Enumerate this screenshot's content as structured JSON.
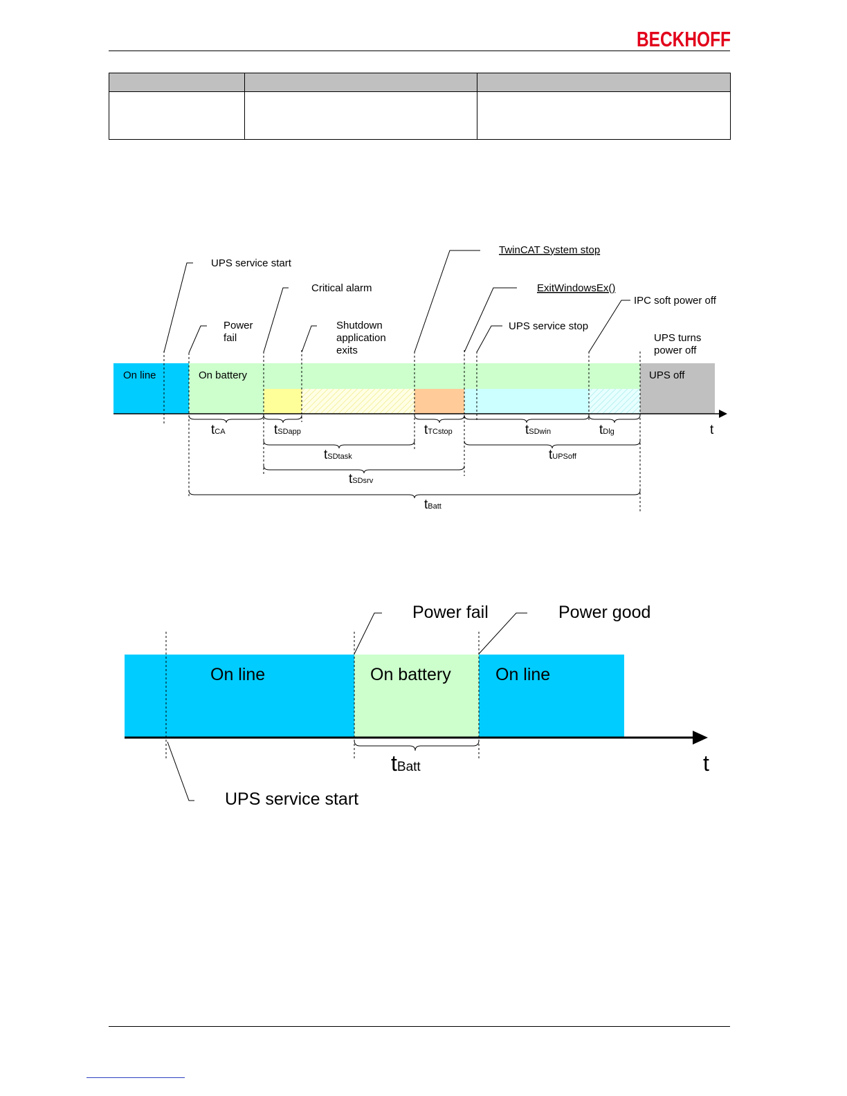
{
  "header": {
    "brand": "BECKHOFF",
    "brand_color": "#e2001a"
  },
  "table": {
    "columns": [
      "",
      "",
      ""
    ],
    "rows": [
      [
        "",
        "",
        ""
      ]
    ]
  },
  "diagram1": {
    "events": {
      "ups_service_start": "UPS service start",
      "power_fail_1": "Power",
      "power_fail_2": "fail",
      "critical_alarm": "Critical alarm",
      "shutdown_1": "Shutdown",
      "shutdown_2": "application",
      "shutdown_3": "exits",
      "twincat_stop": "TwinCAT System stop",
      "exit_windows": "ExitWindowsEx()",
      "ups_service_stop": "UPS service stop",
      "ipc_soft_off": "IPC soft power off",
      "ups_turns_1": "UPS turns",
      "ups_turns_2": "power off"
    },
    "states": {
      "online": "On line",
      "on_battery": "On battery",
      "ups_off": "UPS off"
    },
    "durations": {
      "t": "t",
      "CA": "CA",
      "SDapp": "SDapp",
      "TCstop": "TCstop",
      "SDwin": "SDwin",
      "Dlg": "Dlg",
      "SDtask": "SDtask",
      "UPSoff": "UPSoff",
      "SDsrv": "SDsrv",
      "Batt": "Batt"
    },
    "axis_label": "t",
    "colors": {
      "online": "#00ccff",
      "battery": "#ccffcc",
      "yellow": "#ffff99",
      "orange": "#ffcc99",
      "cyan": "#ccffff",
      "ups_off": "#c0c0c0"
    }
  },
  "diagram2": {
    "events": {
      "power_fail": "Power fail",
      "power_good": "Power good",
      "ups_service_start": "UPS service start"
    },
    "states": {
      "online_left": "On line",
      "on_battery": "On battery",
      "online_right": "On line"
    },
    "durations": {
      "t": "t",
      "Batt": "Batt"
    },
    "axis_label": "t"
  }
}
